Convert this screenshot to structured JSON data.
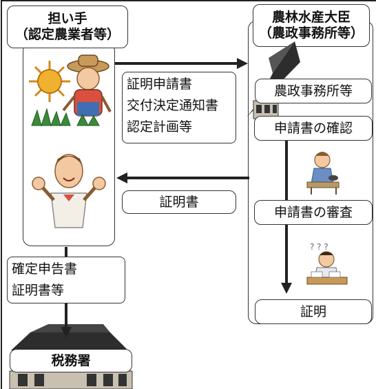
{
  "farmer": {
    "title_line1": "担い手",
    "title_line2": "（認定農業者等）"
  },
  "minister": {
    "title_line1": "農林水産大臣",
    "title_line2": "（農政事務所等）"
  },
  "documents_to_office": {
    "line1": "証明申請書",
    "line2": "交付決定通知書",
    "line3": "認定計画等"
  },
  "certificate_label": "証明書",
  "office_label": "農政事務所等",
  "steps": {
    "confirm": "申請書の確認",
    "review": "申請書の審査",
    "certify": "証明"
  },
  "tax_documents": {
    "line1": "確定申告書",
    "line2": "証明書等"
  },
  "tax_office": "税務署"
}
